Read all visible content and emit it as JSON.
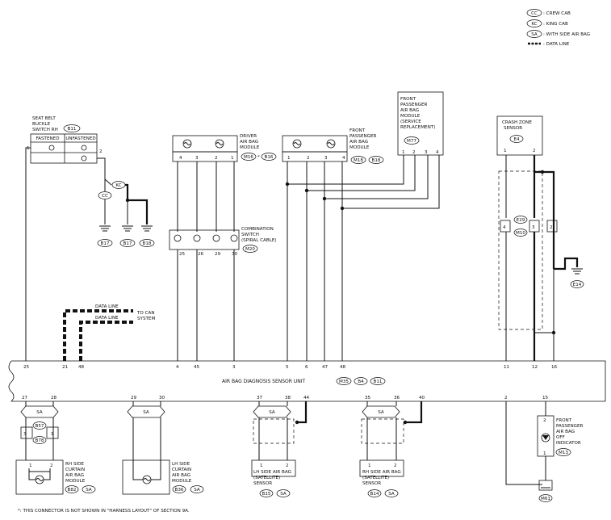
{
  "legend": [
    {
      "code": "CC",
      "text": ": CREW CAB"
    },
    {
      "code": "KC",
      "text": ": KING CAB"
    },
    {
      "code": "SA",
      "text": ": WITH SIDE AIR BAG"
    },
    {
      "code": "",
      "text": ": DATA LINE"
    }
  ],
  "seat_belt": {
    "title": [
      "SEAT BELT",
      "BUCKLE",
      "SWITCH RH"
    ],
    "connector": "B11",
    "col1": "FASTENED",
    "col2": "UNFASTENED",
    "pin1": "1",
    "pin2": "2"
  },
  "option_codes": {
    "kc": "KC",
    "cc": "CC",
    "sa": "SA"
  },
  "grounds": [
    "B17",
    "B17",
    "B18"
  ],
  "driver_module": {
    "title": [
      "DRIVER",
      "AIR BAG",
      "MODULE"
    ],
    "connectors": [
      "M16",
      "B16"
    ],
    "star": "*",
    "pins": [
      "4",
      "3",
      "2",
      "1"
    ]
  },
  "front_pass_module": {
    "title": [
      "FRONT",
      "PASSENGER",
      "AIR BAG",
      "MODULE"
    ],
    "connectors": [
      "M18",
      "B18"
    ],
    "pins": [
      "1",
      "2",
      "3",
      "4"
    ]
  },
  "service_module": {
    "title": [
      "FRONT",
      "PASSENGER",
      "AIR BAG",
      "MODULE",
      "(SERVICE",
      "REPLACEMENT)"
    ],
    "connector": "M77",
    "pins": [
      "1",
      "2",
      "3",
      "4"
    ]
  },
  "crash_sensor": {
    "title": [
      "CRASH ZONE",
      "SENSOR"
    ],
    "connector": "E4",
    "pins": [
      "1",
      "2"
    ]
  },
  "combination_switch": {
    "title": [
      "COMBINATION",
      "SWITCH",
      "(SPIRAL CABLE)"
    ],
    "connector": "M20",
    "pins": [
      "25",
      "26",
      "29",
      "30"
    ]
  },
  "data_line": {
    "label1": "DATA LINE",
    "label2": "DATA LINE",
    "target": [
      "TO CAN",
      "SYSTEM"
    ]
  },
  "joint": {
    "connectors": [
      "E29",
      "M10"
    ],
    "pins": [
      "4",
      "3",
      "2"
    ]
  },
  "ground_e14": "E14",
  "unit": {
    "label": "AIR BAG DIAGNOSIS SENSOR UNIT",
    "connectors": [
      "M35",
      "B4",
      "B11"
    ],
    "top_pins": [
      "25",
      "21",
      "48",
      "4",
      "45",
      "3",
      "5",
      "6",
      "47",
      "48",
      "11",
      "12",
      "16"
    ],
    "bottom_pins": [
      "27",
      "28",
      "29",
      "30",
      "37",
      "38",
      "44",
      "35",
      "36",
      "40",
      "2",
      "15"
    ]
  },
  "joint_b": {
    "connectors": [
      "B57",
      "B78"
    ],
    "pins": [
      "3",
      "1"
    ]
  },
  "rh_curtain": {
    "title": [
      "RH SIDE",
      "CURTAIN",
      "AIR BAG",
      "MODULE"
    ],
    "connector": "B82",
    "code": "SA",
    "pins": [
      "1",
      "2"
    ]
  },
  "lh_curtain": {
    "title": [
      "LH SIDE",
      "CURTAIN",
      "AIR BAG",
      "MODULE"
    ],
    "connector": "B36",
    "code": "SA"
  },
  "lh_sat": {
    "title": [
      "LH SIDE AIR BAG",
      "(SATELLITE)",
      "SENSOR"
    ],
    "connector": "B15",
    "code": "SA",
    "pins": [
      "1",
      "2"
    ]
  },
  "rh_sat": {
    "title": [
      "RH SIDE AIR BAG",
      "(SATELLITE)",
      "SENSOR"
    ],
    "connector": "B14",
    "code": "SA",
    "pins": [
      "1",
      "2"
    ]
  },
  "off_indicator": {
    "title": [
      "FRONT",
      "PASSENGER",
      "AIR BAG",
      "OFF",
      "INDICATOR"
    ],
    "connector": "M13",
    "pins": [
      "2",
      "1"
    ]
  },
  "ground_m61": "M61",
  "footnote": "*: THIS CONNECTOR IS NOT SHOWN IN \"HARNESS LAYOUT\" OF SECTION 9A."
}
